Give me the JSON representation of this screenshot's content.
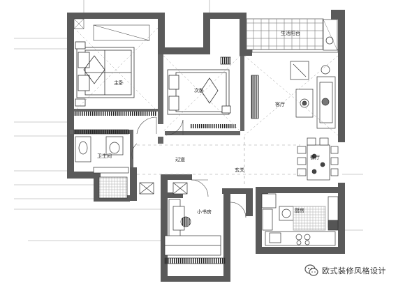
{
  "rooms": {
    "master_bedroom": "主卧",
    "second_bedroom": "次卧",
    "living_room": "客厅",
    "dining_room": "餐厅",
    "bathroom": "卫生间",
    "corridor": "过道",
    "entrance": "玄关",
    "small_study": "小书房",
    "kitchen": "厨房",
    "utility_balcony": "生活阳台"
  },
  "watermark": {
    "text": "欧式装修风格设计",
    "icon": "wechat-icon"
  },
  "colors": {
    "wall": "#555555",
    "line": "#333333",
    "hatch": "#444444"
  }
}
